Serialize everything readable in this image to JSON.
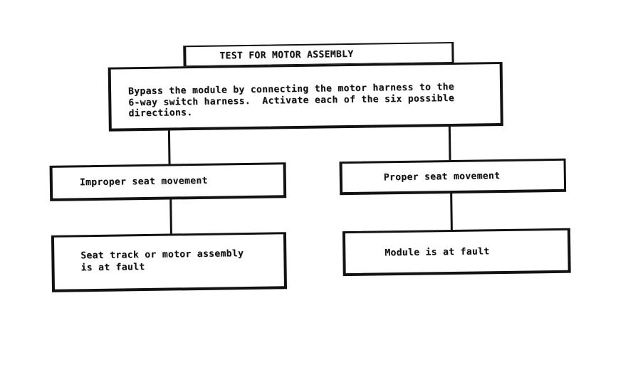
{
  "flowchart": {
    "title": "TEST FOR MOTOR ASSEMBLY",
    "instruction": {
      "lines": [
        "Bypass the module by connecting the motor harness to the",
        "6-way switch harness.  Activate each of the six possible",
        "directions."
      ]
    },
    "left_branch": {
      "condition": "Improper seat movement",
      "result_lines": [
        "Seat track or motor assembly",
        "is at fault"
      ]
    },
    "right_branch": {
      "condition": "Proper seat movement",
      "result": "Module is at fault"
    },
    "colors": {
      "ink": "#121212",
      "paper": "#ffffff"
    }
  }
}
